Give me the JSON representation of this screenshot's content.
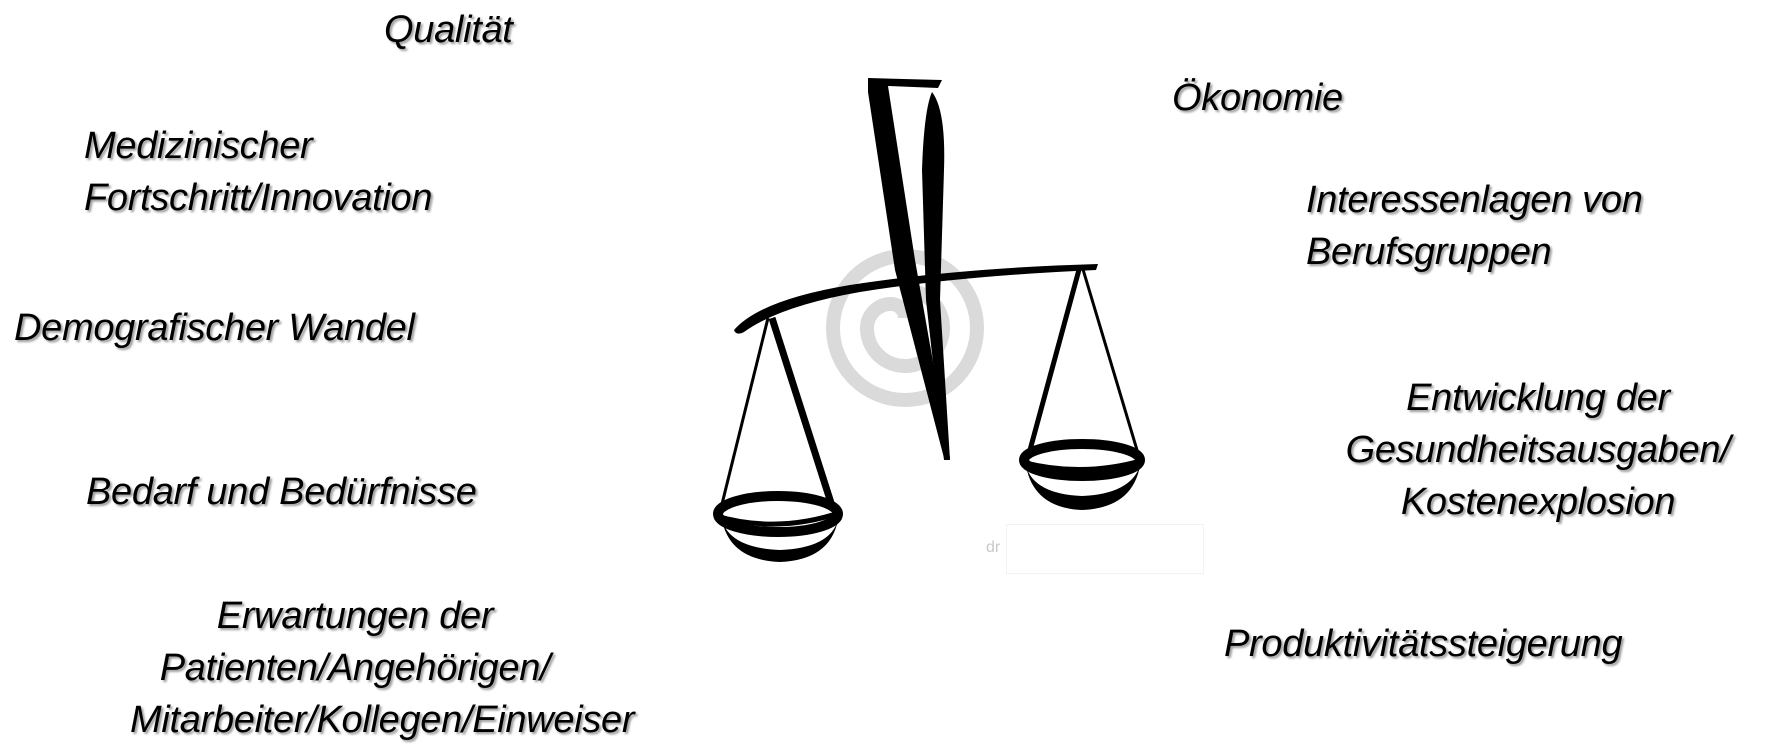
{
  "left": {
    "qualitaet": "Qualität",
    "medizin": [
      "Medizinischer",
      "Fortschritt/Innovation"
    ],
    "demografie": "Demografischer Wandel",
    "bedarf": "Bedarf und Bedürfnisse",
    "erwartungen": [
      "Erwartungen der",
      "Patienten/Angehörigen/",
      "Mitarbeiter/Kollegen/Einweiser"
    ]
  },
  "right": {
    "oekonomie": "Ökonomie",
    "interessen": [
      "Interessenlagen von",
      "Berufsgruppen"
    ],
    "entwicklung": [
      "Entwicklung der",
      "Gesundheitsausgaben/",
      "Kostenexplosion"
    ],
    "produktivitaet": "Produktivitätssteigerung"
  },
  "watermark": {
    "text": "dr"
  },
  "colors": {
    "ink": "#000000",
    "shadow": "#9a9a9a",
    "watermark": "#d0d0d0"
  },
  "icons": {
    "scale": "balance-scale-icon",
    "watermark": "spiral-watermark-icon"
  }
}
